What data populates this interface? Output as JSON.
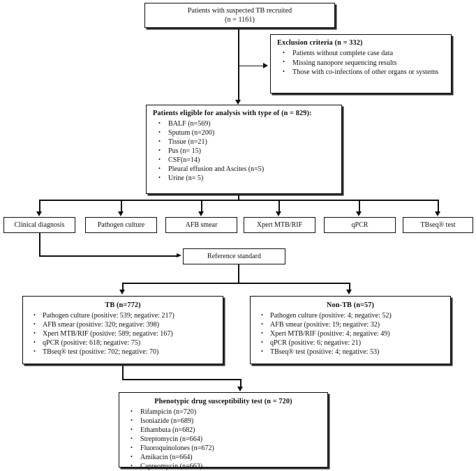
{
  "flowchart": {
    "top_box": {
      "line1": "Patients with suspected TB recruited",
      "line2": "(n = 1161)"
    },
    "exclusion_box": {
      "title": "Exclusion criteria (n = 332)",
      "items": [
        "Patients without complete case data",
        "Missing nanopore sequencing results",
        "Those with co-infections of other organs or systems"
      ]
    },
    "eligible_box": {
      "title": "Patients eligible for analysis with type of (n = 829):",
      "items": [
        "BALF (n=569)",
        "Sputum (n=200)",
        "Tissue (n=21)",
        "Pus (n= 15)",
        "CSF(n=14)",
        "Pleural effusion and Ascites (n=5)",
        "Urine (n= 5)"
      ]
    },
    "methods": [
      {
        "label": "Clinical diagnosis"
      },
      {
        "label": "Pathogen culture"
      },
      {
        "label": "AFB smear"
      },
      {
        "label": "Xpert MTB/RIF"
      },
      {
        "label": "qPCR"
      },
      {
        "label": "TBseq® test"
      }
    ],
    "reference_standard": {
      "label": "Reference standard"
    },
    "tb_box": {
      "title": "TB (n=772)",
      "items": [
        "Pathogen culture (positive:  539; negative: 217)",
        "AFB smear (positive: 320;  negative: 398)",
        "Xpert MTB/RIF (positive:  589; negative: 167)",
        "qPCR (positive: 618;  negative: 75)",
        "TBseq® test (positive: 702;  negative: 70)"
      ]
    },
    "nontb_box": {
      "title": "Non-TB (n=57)",
      "items": [
        "Pathogen culture (positive: 4;  negative: 52)",
        "AFB smear (positive: 19;  negative: 32)",
        "Xpert MTB/RIF (positive: 4;  negative: 49)",
        "qPCR (positive: 6;  negative: 21)",
        "TBseq® test (positive: 4;  negative: 53)"
      ]
    },
    "dst_box": {
      "title": "Phenotypic drug susceptibility test (n = 720)",
      "items": [
        "Rifampicin (n=720)",
        "Isoniazide (n=689)",
        "Ethambuta (n=682)",
        "Streptomycin (n=664)",
        "Fluoroquinolones (n=672)",
        "Amikacin (n=664)",
        "Capreomycin (n=663)"
      ]
    }
  }
}
